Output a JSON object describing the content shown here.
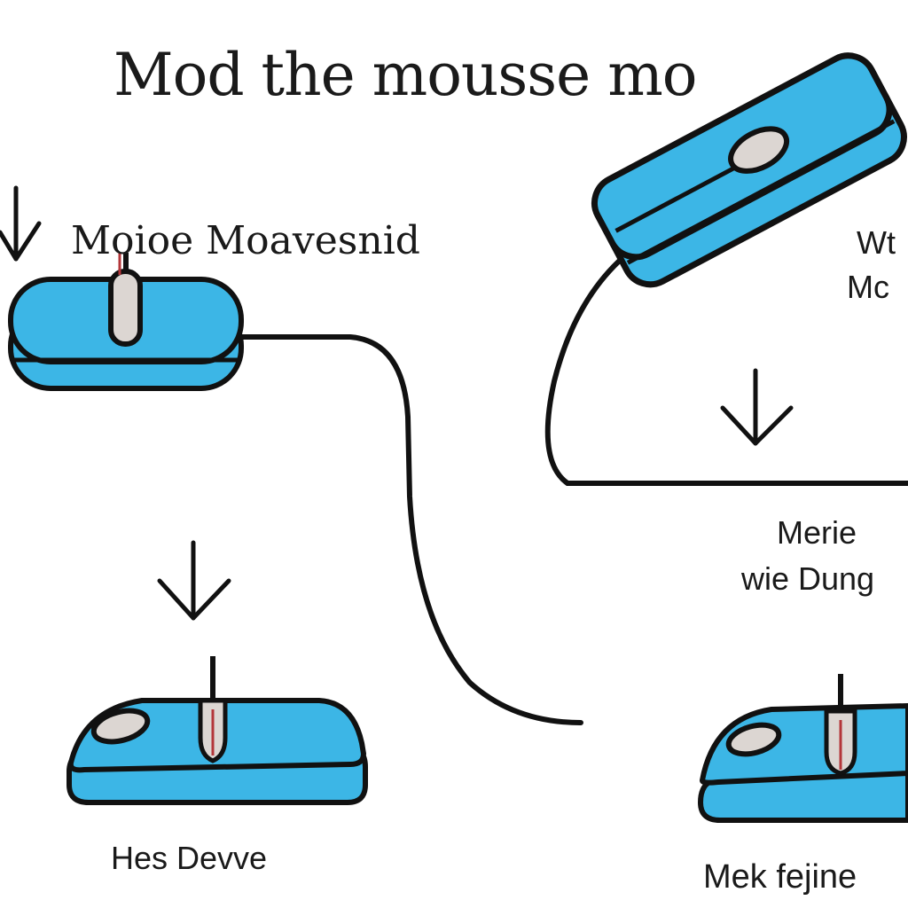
{
  "title": "Mod the mousse mo",
  "labels": {
    "left_heading": "Moioe Moavesnid",
    "right_top_1": "Wt",
    "right_top_2": "Mc",
    "right_mid_1": "Merie",
    "right_mid_2": "wie Dung",
    "bottom_left": "Hes Devve",
    "bottom_right": "Mek fejine"
  },
  "icons": [
    "down-arrow-icon",
    "mouse-icon"
  ],
  "colors": {
    "mouse_blue": "#3cb6e6",
    "outline": "#111111",
    "button": "#dcd6d2",
    "accent_red": "#b3363a"
  }
}
